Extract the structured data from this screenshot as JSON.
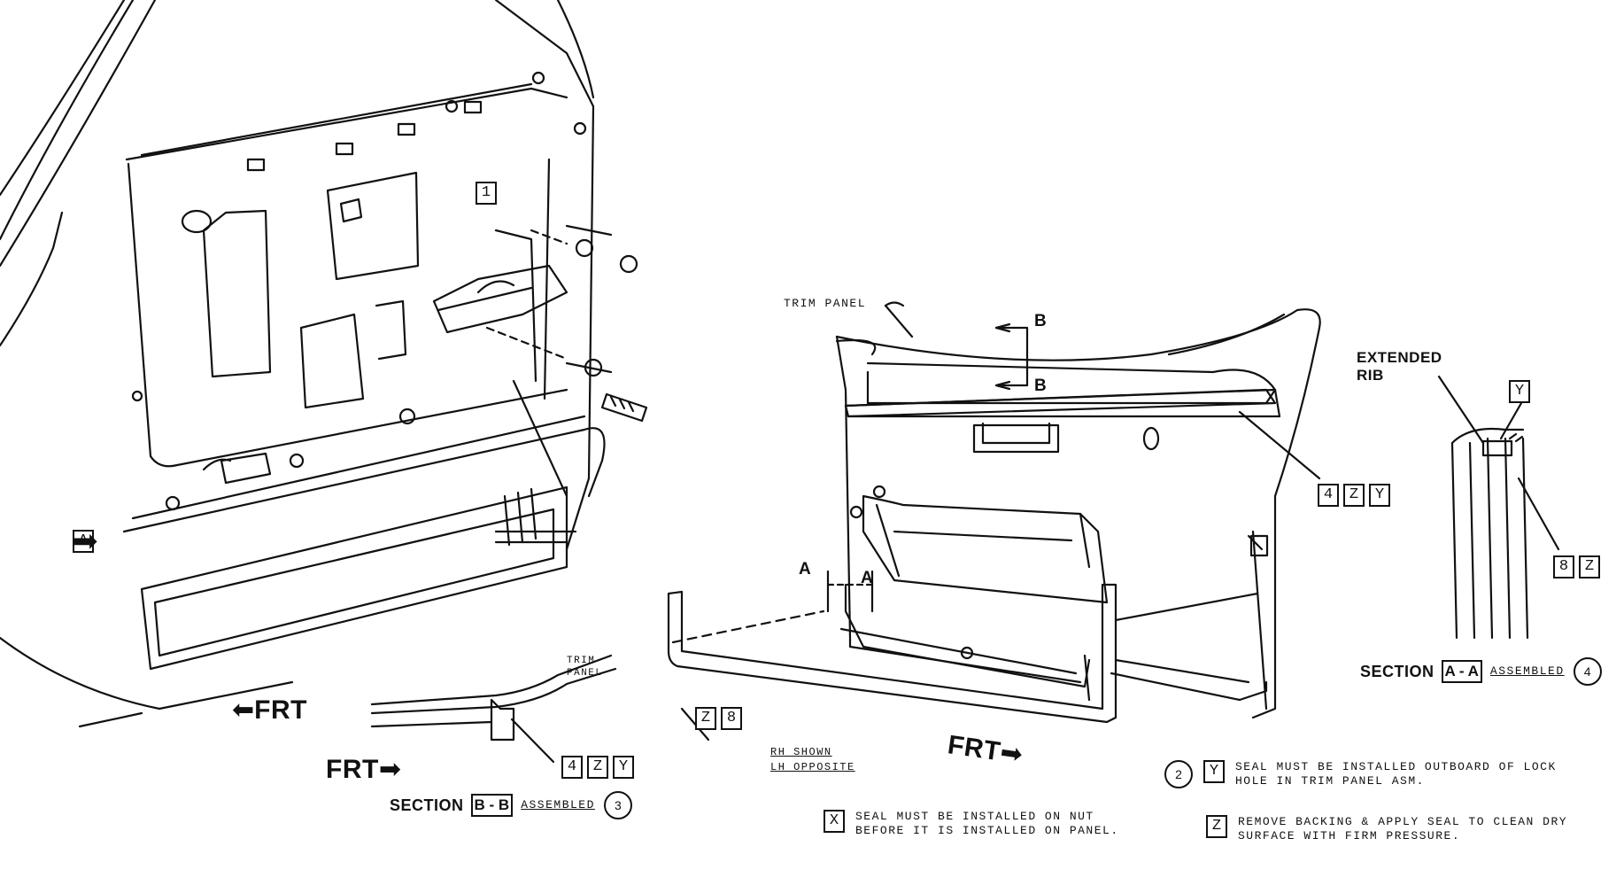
{
  "callouts": {
    "c1": "1",
    "a_left": "A",
    "set_4zy_upper": [
      "4",
      "Z",
      "Y"
    ],
    "set_8z": [
      "8",
      "Z"
    ],
    "y_rib": "Y",
    "set_4zy_section_b": [
      "4",
      "Z",
      "Y"
    ],
    "set_z8": [
      "Z",
      "8"
    ]
  },
  "labels": {
    "trim_panel": "TRIM PANEL",
    "b_top": "B",
    "b_bottom": "B",
    "a_left_mark": "A",
    "a_right_mark": "A",
    "extended_rib": "EXTENDED\nRIB",
    "trim_panel_small": "TRIM\nPANEL",
    "rh_shown": "RH SHOWN",
    "lh_opposite": "LH OPPOSITE",
    "frt_left": "FRT",
    "frt_section": "FRT",
    "frt_center": "FRT"
  },
  "sections": {
    "bb": {
      "prefix": "SECTION",
      "key": "B - B",
      "assembled": "ASSEMBLED",
      "num": "3"
    },
    "aa": {
      "prefix": "SECTION",
      "key": "A - A",
      "assembled": "ASSEMBLED",
      "num": "4"
    }
  },
  "notes": {
    "x_key": "X",
    "x_line1": "SEAL MUST BE INSTALLED ON NUT",
    "x_line2": "BEFORE IT IS INSTALLED ON PANEL.",
    "circ2": "2",
    "y_key": "Y",
    "y_line1": "SEAL MUST BE INSTALLED OUTBOARD OF LOCK",
    "y_line2": "HOLE IN TRIM PANEL ASM.",
    "z_key": "Z",
    "z_line1": "REMOVE BACKING & APPLY SEAL TO CLEAN DRY",
    "z_line2": "SURFACE WITH FIRM PRESSURE."
  }
}
